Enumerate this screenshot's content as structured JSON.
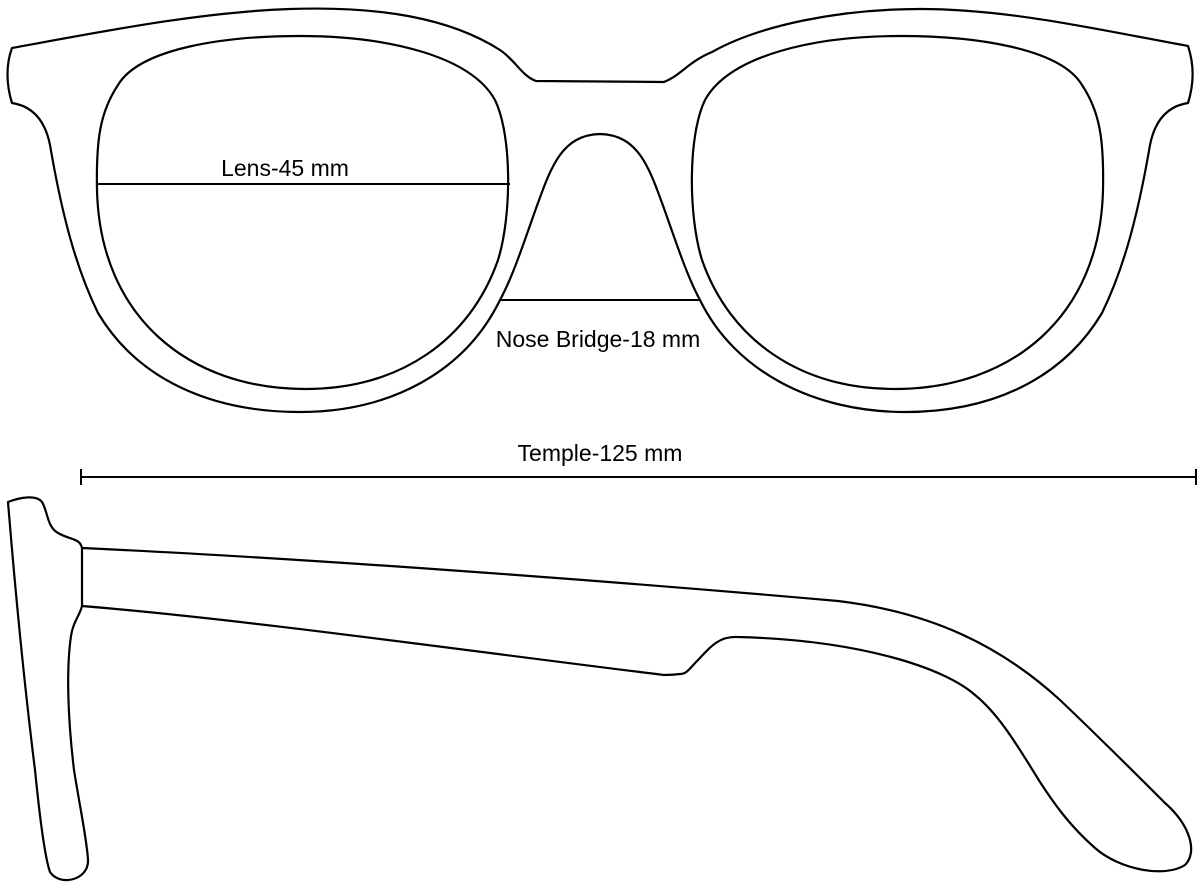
{
  "diagram": {
    "labels": {
      "lens": "Lens-45 mm",
      "nose_bridge": "Nose Bridge-18 mm",
      "temple": "Temple-125 mm"
    },
    "colors": {
      "stroke": "#000000",
      "background": "#ffffff"
    }
  }
}
